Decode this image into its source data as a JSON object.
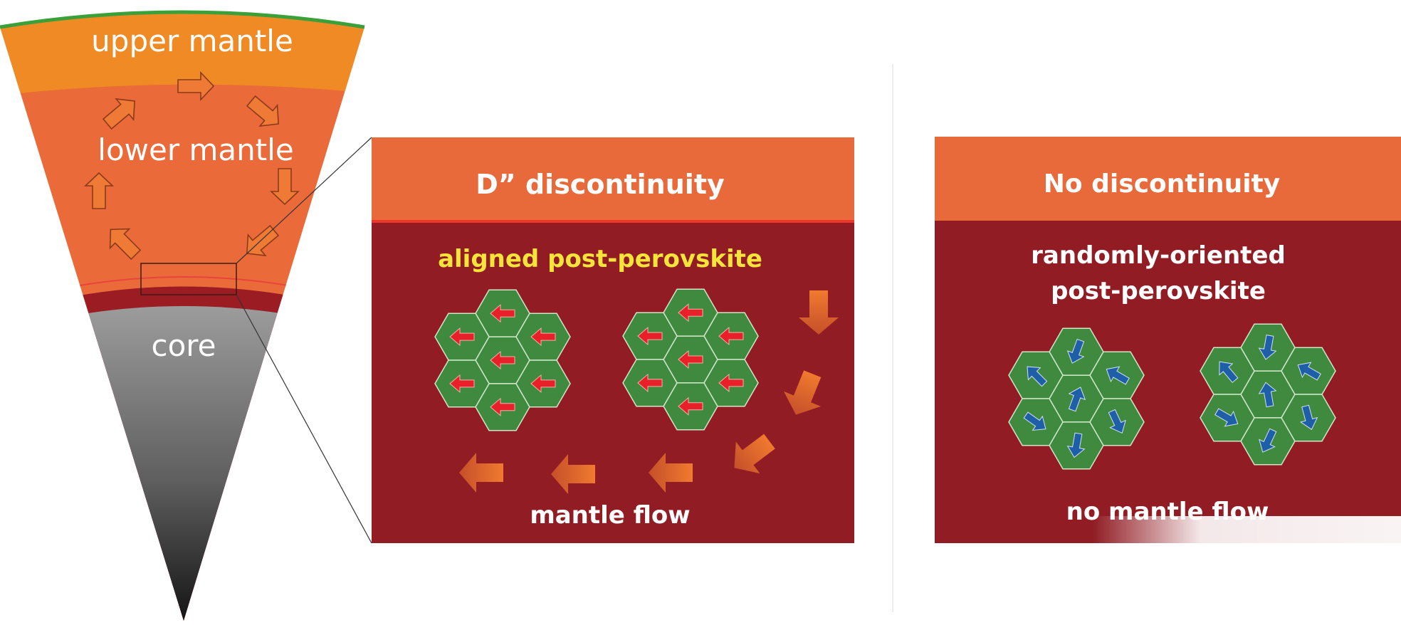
{
  "wedge": {
    "upper_mantle": "upper mantle",
    "lower_mantle": "lower mantle",
    "core": "core"
  },
  "panel_left": {
    "title": "D” discontinuity",
    "subtitle": "aligned post-perovskite",
    "flow_label": "mantle flow"
  },
  "panel_right": {
    "title": "No discontinuity",
    "subtitle_line1": "randomly-oriented",
    "subtitle_line2": "post-perovskite",
    "flow_label": "no mantle flow"
  },
  "colors": {
    "upper_mantle": "#f08a24",
    "lower_mantle": "#ea6a3a",
    "dlayer": "#9b1c22",
    "panel_header": "#e8693a",
    "panel_body": "#911c24",
    "crystal": "#3f8a3f",
    "arrow_aligned": "#e8202a",
    "arrow_random": "#1f5fa8",
    "subtitle_yellow": "#f7e43a",
    "crust": "#3aa03a"
  }
}
